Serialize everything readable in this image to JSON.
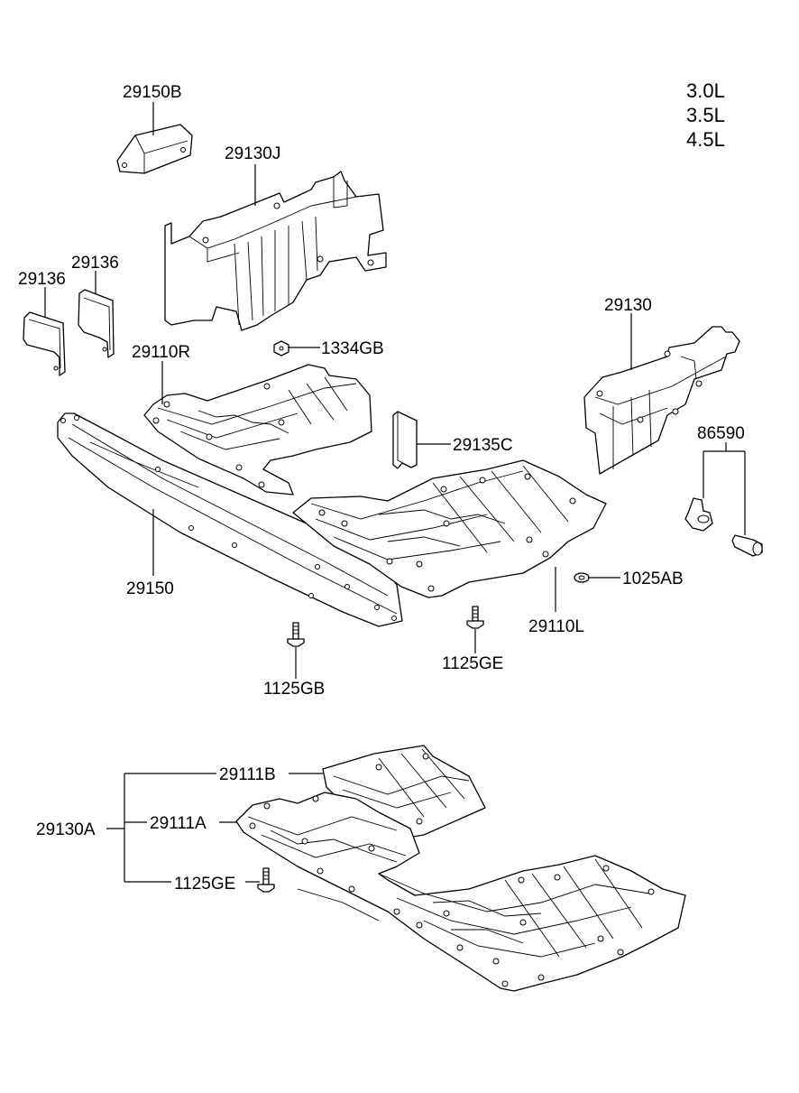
{
  "engine_variants": [
    "3.0L",
    "3.5L",
    "4.5L"
  ],
  "callouts": {
    "p29150B": "29150B",
    "p29130J": "29130J",
    "p29136_right": "29136",
    "p29136_left": "29136",
    "p29110R": "29110R",
    "p1334GB": "1334GB",
    "p29130": "29130",
    "p29135C": "29135C",
    "p86590": "86590",
    "p29150": "29150",
    "p1025AB": "1025AB",
    "p29110L": "29110L",
    "p1125GE_top": "1125GE",
    "p1125GB": "1125GB",
    "p29111B": "29111B",
    "p29130A": "29130A",
    "p29111A": "29111A",
    "p1125GE_bottom": "1125GE"
  },
  "line_color": "#000000",
  "background": "#ffffff"
}
